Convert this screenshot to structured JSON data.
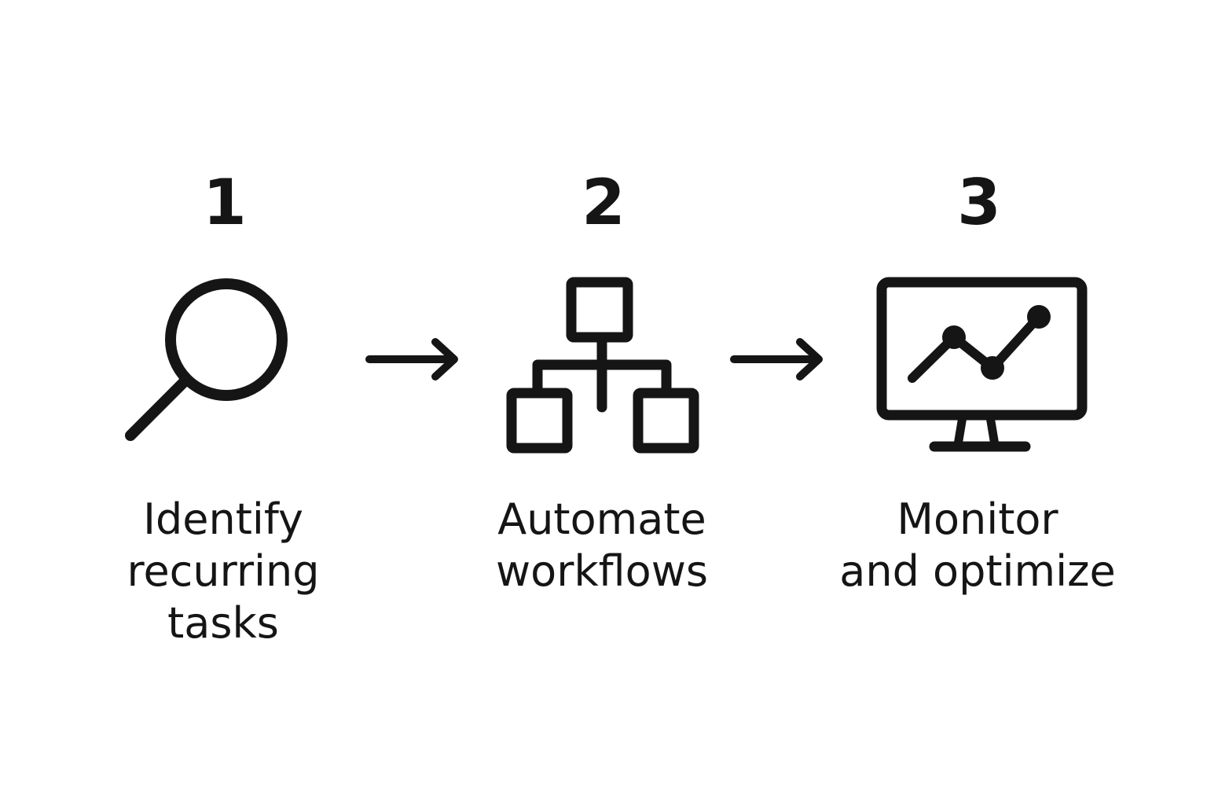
{
  "steps": [
    {
      "number": "1",
      "icon": "magnifying-glass-icon",
      "label_lines": [
        "Identify",
        "recurring",
        "tasks"
      ]
    },
    {
      "number": "2",
      "icon": "workflow-hierarchy-icon",
      "label_lines": [
        "Automate",
        "workflows"
      ]
    },
    {
      "number": "3",
      "icon": "monitor-chart-icon",
      "label_lines": [
        "Monitor",
        "and optimize"
      ]
    }
  ],
  "connectors": [
    {
      "icon": "right-arrow-icon"
    },
    {
      "icon": "right-arrow-icon"
    }
  ],
  "colors": {
    "ink": "#151515",
    "background": "#ffffff"
  }
}
